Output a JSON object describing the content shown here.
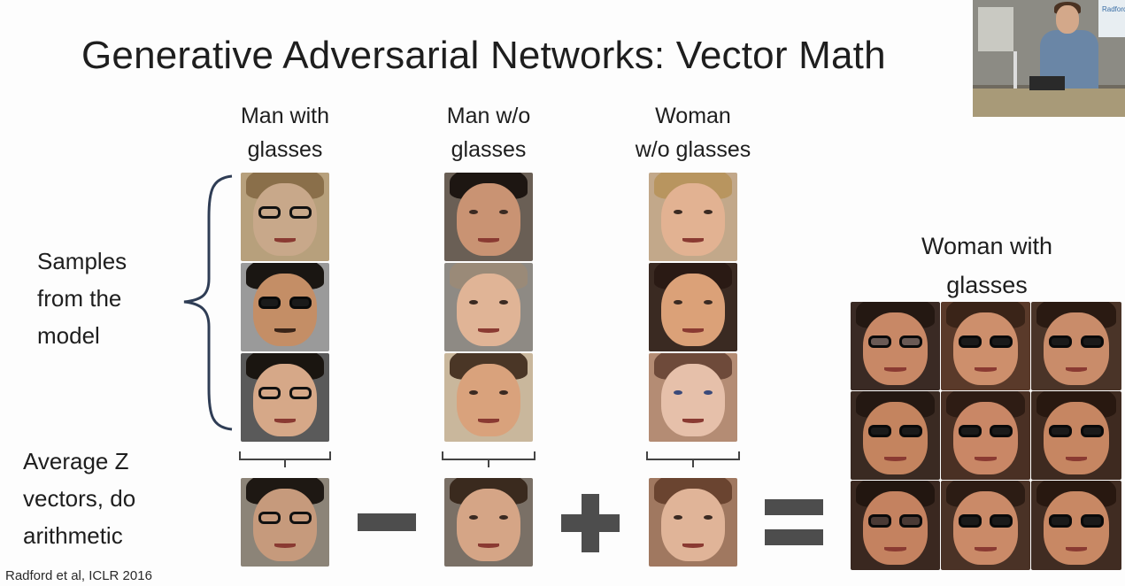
{
  "slide": {
    "title": "Generative Adversarial Networks: Vector Math",
    "columns": [
      {
        "label_line1": "Man with",
        "label_line2": "glasses"
      },
      {
        "label_line1": "Man w/o",
        "label_line2": "glasses"
      },
      {
        "label_line1": "Woman",
        "label_line2": "w/o glasses"
      }
    ],
    "result_label_line1": "Woman with",
    "result_label_line2": "glasses",
    "row_label_samples": [
      "Samples",
      "from the",
      "model"
    ],
    "row_label_average": [
      "Average Z",
      "vectors, do",
      "arithmetic"
    ],
    "operators": [
      "minus",
      "plus",
      "equals"
    ],
    "citation": "Radford et al, ICLR 2016"
  },
  "webcam": {
    "screen_text": "Radford"
  },
  "colors": {
    "operator": "#4d4d4d",
    "background": "#fdfdfd"
  }
}
